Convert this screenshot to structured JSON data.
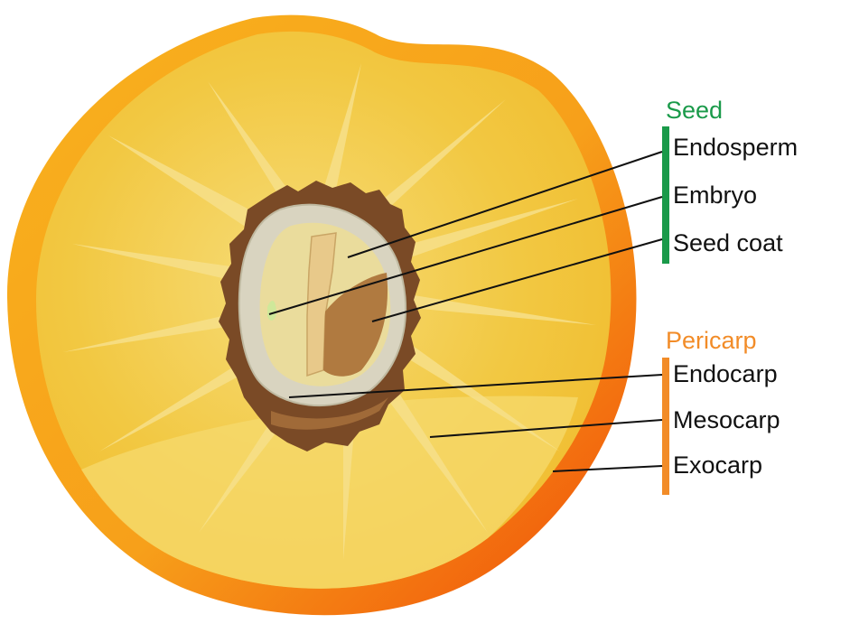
{
  "seed": {
    "title": "Seed",
    "color": "#1a9a4a",
    "parts": [
      "Endosperm",
      "Embryo",
      "Seed coat"
    ]
  },
  "pericarp": {
    "title": "Pericarp",
    "color": "#f28c28",
    "parts": [
      "Endocarp",
      "Mesocarp",
      "Exocarp"
    ]
  },
  "colors": {
    "exocarp_outer": "#f7a820",
    "exocarp_shadow": "#f05a0a",
    "mesocarp": "#f1c33c",
    "mesocarp_light": "#f5d96e",
    "endocarp": "#7a4a26",
    "seed_coat": "#d9d4c0",
    "endosperm": "#eadc9c",
    "embryo": "#b07a40"
  }
}
